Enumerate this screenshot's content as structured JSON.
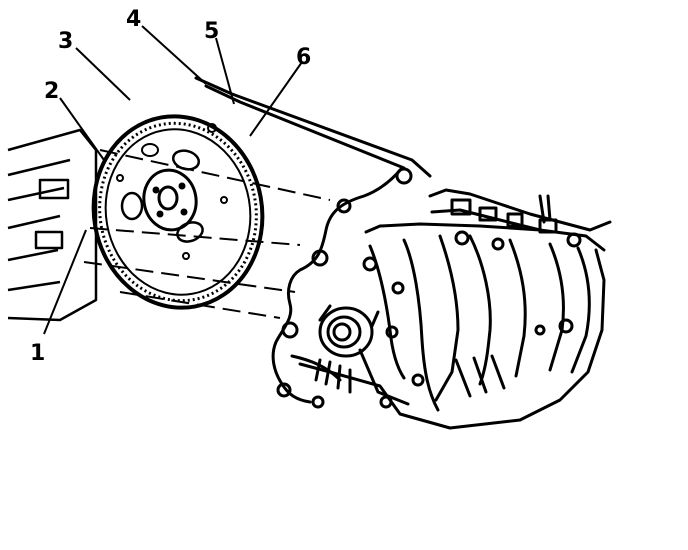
{
  "diagram": {
    "callouts": [
      {
        "label": "1"
      },
      {
        "label": "2"
      },
      {
        "label": "3"
      },
      {
        "label": "4"
      },
      {
        "label": "5"
      },
      {
        "label": "6"
      }
    ]
  }
}
